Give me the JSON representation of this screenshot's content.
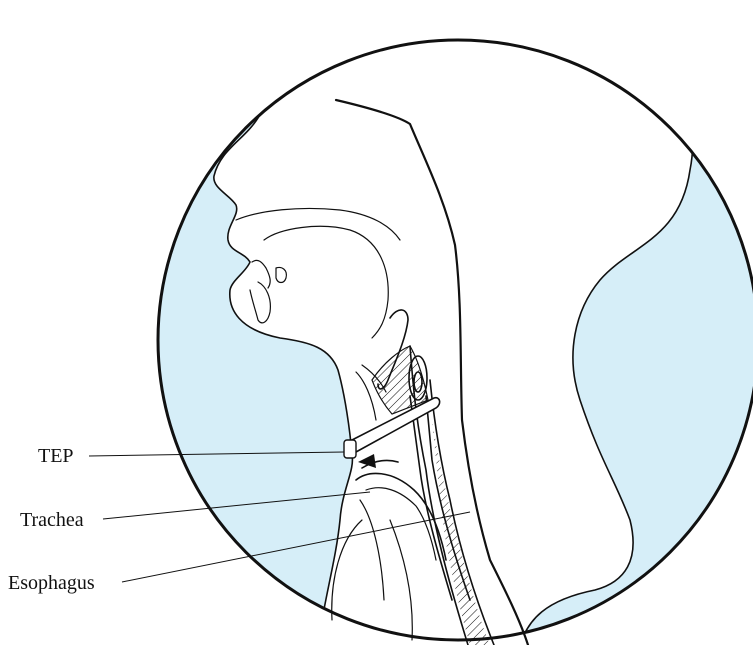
{
  "diagram": {
    "labels": {
      "tep": "TEP",
      "trachea": "Trachea",
      "esophagus": "Esophagus"
    },
    "colors": {
      "background_fill": "#d6eef8",
      "outline": "#111111",
      "skin": "#ffffff"
    }
  }
}
